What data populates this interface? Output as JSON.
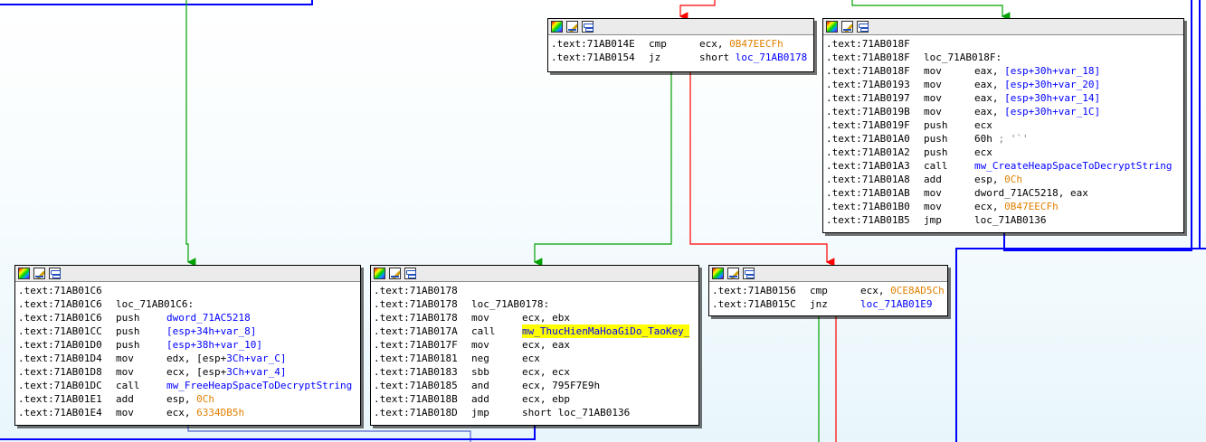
{
  "nodes": {
    "n14e": {
      "lines": [
        {
          "addr": ".text:71AB014E",
          "mnemonic": "cmp",
          "op1": "ecx, ",
          "op2": "0B47EECFh"
        },
        {
          "addr": ".text:71AB0154",
          "mnemonic": "jz",
          "op1": "short ",
          "op2": "loc_71AB0178"
        }
      ]
    },
    "n18f": {
      "lines": [
        {
          "addr": ".text:71AB018F"
        },
        {
          "addr": ".text:71AB018F",
          "label": "loc_71AB018F:"
        },
        {
          "addr": ".text:71AB018F",
          "mnemonic": "mov",
          "op1": "eax, ",
          "op2": "[esp+30h+var_18]"
        },
        {
          "addr": ".text:71AB0193",
          "mnemonic": "mov",
          "op1": "eax, ",
          "op2": "[esp+30h+var_20]"
        },
        {
          "addr": ".text:71AB0197",
          "mnemonic": "mov",
          "op1": "eax, ",
          "op2": "[esp+30h+var_14]"
        },
        {
          "addr": ".text:71AB019B",
          "mnemonic": "mov",
          "op1": "eax, ",
          "op2": "[esp+30h+var_1C]"
        },
        {
          "addr": ".text:71AB019F",
          "mnemonic": "push",
          "op1": "ecx"
        },
        {
          "addr": ".text:71AB01A0",
          "mnemonic": "push",
          "op1": "60h ",
          "op2": "; '`'"
        },
        {
          "addr": ".text:71AB01A2",
          "mnemonic": "push",
          "op1": "ecx"
        },
        {
          "addr": ".text:71AB01A3",
          "mnemonic": "call",
          "op1": "mw_CreateHeapSpaceToDecryptString"
        },
        {
          "addr": ".text:71AB01A8",
          "mnemonic": "add",
          "op1": "esp, ",
          "op2": "0Ch"
        },
        {
          "addr": ".text:71AB01AB",
          "mnemonic": "mov",
          "op1": "dword_71AC5218, eax"
        },
        {
          "addr": ".text:71AB01B0",
          "mnemonic": "mov",
          "op1": "ecx, ",
          "op2": "0B47EECFh"
        },
        {
          "addr": ".text:71AB01B5",
          "mnemonic": "jmp",
          "op1": "loc_71AB0136"
        }
      ]
    },
    "n1c6": {
      "lines": [
        {
          "addr": ".text:71AB01C6"
        },
        {
          "addr": ".text:71AB01C6",
          "label": "loc_71AB01C6:"
        },
        {
          "addr": ".text:71AB01C6",
          "mnemonic": "push",
          "op1": "dword_71AC5218"
        },
        {
          "addr": ".text:71AB01CC",
          "mnemonic": "push",
          "op1": "[esp+34h+",
          "op2": "var_8]"
        },
        {
          "addr": ".text:71AB01D0",
          "mnemonic": "push",
          "op1": "[esp+38h+",
          "op2": "var_10]"
        },
        {
          "addr": ".text:71AB01D4",
          "mnemonic": "mov",
          "op1": "edx, [esp+",
          "op2": "3Ch+var_C]"
        },
        {
          "addr": ".text:71AB01D8",
          "mnemonic": "mov",
          "op1": "ecx, [esp+",
          "op2": "3Ch+var_4]"
        },
        {
          "addr": ".text:71AB01DC",
          "mnemonic": "call",
          "op1": "mw_FreeHeapSpaceToDecryptString"
        },
        {
          "addr": ".text:71AB01E1",
          "mnemonic": "add",
          "op1": "esp, ",
          "op2": "0Ch"
        },
        {
          "addr": ".text:71AB01E4",
          "mnemonic": "mov",
          "op1": "ecx, ",
          "op2": "6334DB5h"
        }
      ]
    },
    "n178": {
      "lines": [
        {
          "addr": ".text:71AB0178"
        },
        {
          "addr": ".text:71AB0178",
          "label": "loc_71AB0178:"
        },
        {
          "addr": ".text:71AB0178",
          "mnemonic": "mov",
          "op1": "ecx, ebx"
        },
        {
          "addr": ".text:71AB017A",
          "mnemonic": "call",
          "op1": "mw_ThucHienMaHoaGiDo_TaoKey_"
        },
        {
          "addr": ".text:71AB017F",
          "mnemonic": "mov",
          "op1": "ecx, eax"
        },
        {
          "addr": ".text:71AB0181",
          "mnemonic": "neg",
          "op1": "ecx"
        },
        {
          "addr": ".text:71AB0183",
          "mnemonic": "sbb",
          "op1": "ecx, ecx"
        },
        {
          "addr": ".text:71AB0185",
          "mnemonic": "and",
          "op1": "ecx, ",
          "op2": "795F7E9h"
        },
        {
          "addr": ".text:71AB018B",
          "mnemonic": "add",
          "op1": "ecx, ebp"
        },
        {
          "addr": ".text:71AB018D",
          "mnemonic": "jmp",
          "op1": "short ",
          "op2": "loc_71AB0136"
        }
      ]
    },
    "n156": {
      "lines": [
        {
          "addr": ".text:71AB0156",
          "mnemonic": "cmp",
          "op1": "ecx, ",
          "op2": "0CE8AD5Ch"
        },
        {
          "addr": ".text:71AB015C",
          "mnemonic": "jnz",
          "op1": "loc_71AB01E9"
        }
      ]
    }
  },
  "colors": {
    "edge_true": "#00a000",
    "edge_false": "#ff0000",
    "edge_jump": "#0000ff",
    "number": "#e08000",
    "name_ref": "#0000ff",
    "highlight": "#ffff00"
  }
}
